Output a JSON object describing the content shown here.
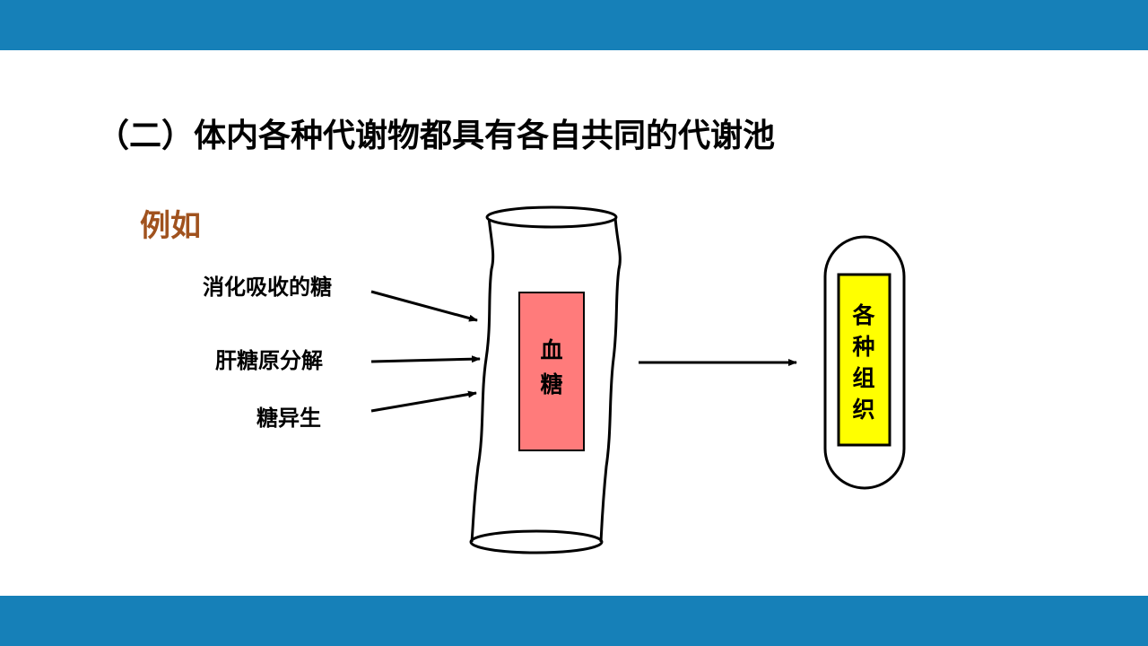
{
  "colors": {
    "bar": "#1680B8",
    "example_text": "#A0521E",
    "blood_box": "#FF7B7B",
    "tissue_box": "#FFFF00",
    "stroke": "#000000"
  },
  "title": "（二）体内各种代谢物都具有各自共同的代谢池",
  "example_label": "例如",
  "sources": [
    "消化吸收的糖",
    "肝糖原分解",
    "糖异生"
  ],
  "blood_sugar_chars": [
    "血",
    "糖"
  ],
  "tissue_chars": [
    "各",
    "种",
    "组",
    "织"
  ]
}
